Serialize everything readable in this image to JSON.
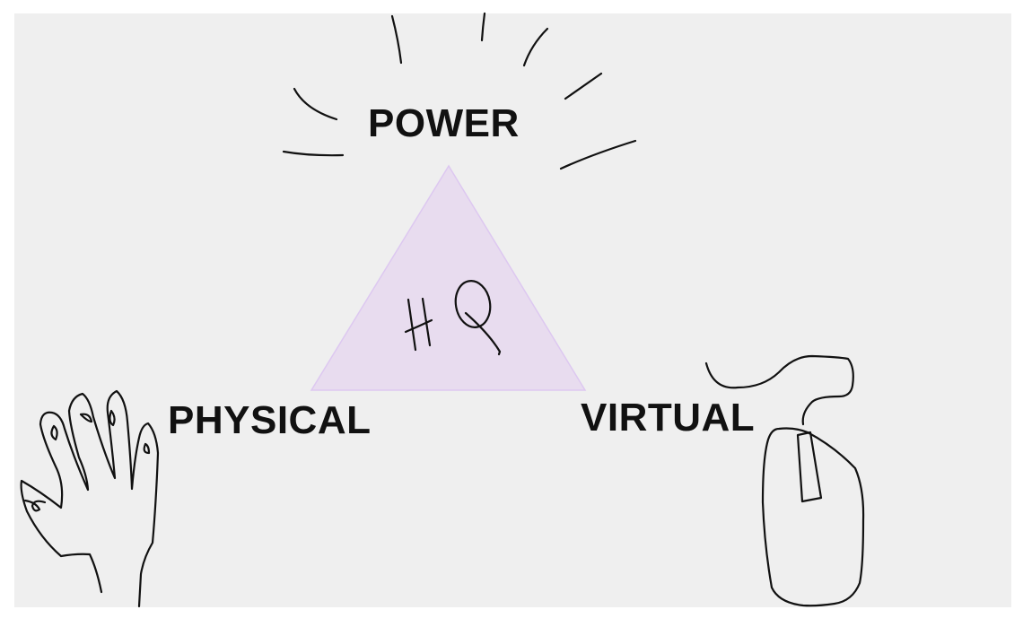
{
  "labels": {
    "power": "POWER",
    "physical": "PHYSICAL",
    "virtual": "VIRTUAL"
  },
  "center": {
    "handwritten_text": "HQ",
    "fill_color": "#e8dcef",
    "stroke_color": "#ddc8f0"
  },
  "colors": {
    "background": "#efefef",
    "ink": "#111111"
  },
  "icons": [
    "hand-sketch-icon",
    "computer-mouse-sketch-icon",
    "radiating-lines-icon"
  ]
}
